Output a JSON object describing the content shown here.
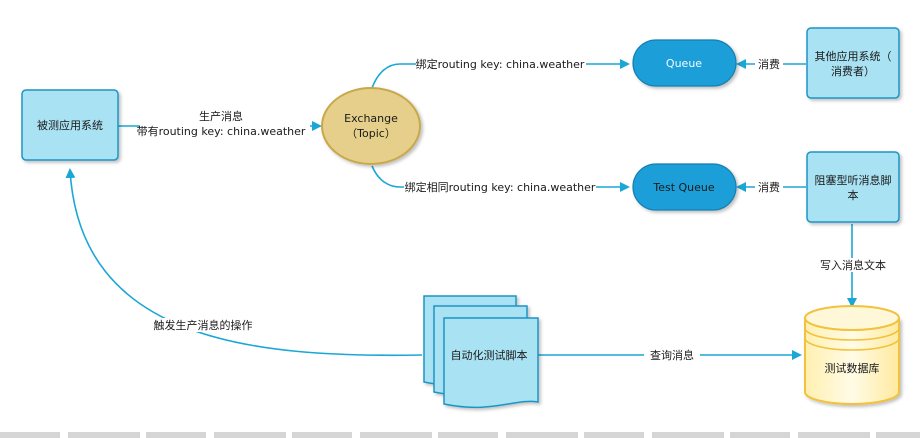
{
  "nodes": {
    "tested_system": "被测应用系统",
    "exchange_line1": "Exchange",
    "exchange_line2": "（Topic）",
    "queue": "Queue",
    "test_queue": "Test Queue",
    "other_system_line1": "其他应用系统（",
    "other_system_line2": "消费者）",
    "blocking_script_line1": "阻塞型听消息脚",
    "blocking_script_line2": "本",
    "auto_script": "自动化测试脚本",
    "test_db": "测试数据库"
  },
  "edges": {
    "produce_line1": "生产消息",
    "produce_line2": "带有routing key: china.weather",
    "bind_queue": "绑定routing key: china.weather",
    "bind_test_queue": "绑定相同routing key: china.weather",
    "consume_1": "消费",
    "consume_2": "消费",
    "write_text": "写入消息文本",
    "query": "查询消息",
    "trigger": "触发生产消息的操作"
  },
  "colors": {
    "box_fill": "#a9e2f3",
    "box_stroke": "#1f95c4",
    "queue_fill": "#1c9fd8",
    "exchange_fill": "#e5cf8b",
    "exchange_stroke": "#c9a84b",
    "db_fill": "#fff5c8",
    "db_stroke": "#f2c13d",
    "arrow": "#1aa7d6"
  }
}
